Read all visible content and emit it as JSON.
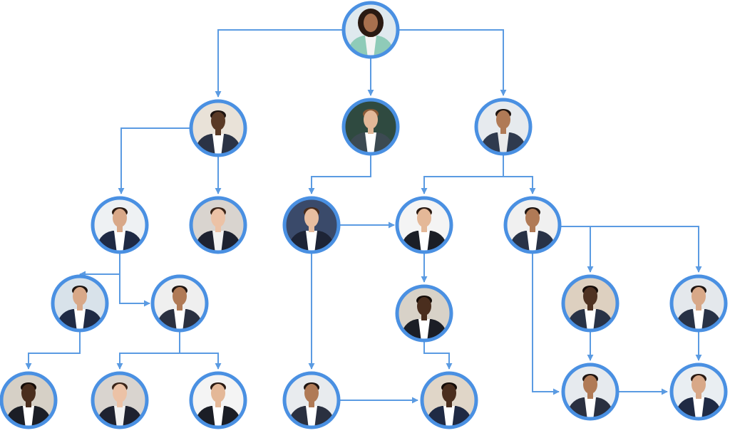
{
  "diagram": {
    "type": "org-chart",
    "colors": {
      "connector": "#5b9be2",
      "node_border": "#4a90e2",
      "background": "#ffffff"
    },
    "node_icon": "person-photo-icon",
    "nodes": [
      {
        "id": "n0",
        "role": "root",
        "skin": "#a8704e",
        "hair": "#2a1a12",
        "top": "#8fcbb8",
        "shirt": "#f4f4f4",
        "bg": "#dfe9ee"
      },
      {
        "id": "n1",
        "skin": "#5a3a26",
        "hair": "#1e1410",
        "top": "#2b3345",
        "shirt": "#ffffff",
        "bg": "#e9e2d8"
      },
      {
        "id": "n2",
        "skin": "#e2b898",
        "hair": "#8a5a36",
        "top": "#3c4a52",
        "shirt": "#ffffff",
        "bg": "#2f4a40"
      },
      {
        "id": "n3",
        "skin": "#b07a56",
        "hair": "#1e1410",
        "top": "#2f3a4e",
        "shirt": "#eaeaea",
        "bg": "#e6eaee"
      },
      {
        "id": "n4",
        "skin": "#d8a888",
        "hair": "#2a1a12",
        "top": "#1f2a44",
        "shirt": "#ffffff",
        "bg": "#eef1f3"
      },
      {
        "id": "n5",
        "skin": "#ecc2a6",
        "hair": "#3a2418",
        "top": "#1e2230",
        "shirt": "#f2f2f2",
        "bg": "#d9d4cf"
      },
      {
        "id": "n6",
        "skin": "#e8bea0",
        "hair": "#4a2c1a",
        "top": "#1d2436",
        "shirt": "#ffffff",
        "bg": "#3a4a6a"
      },
      {
        "id": "n7",
        "skin": "#e4b898",
        "hair": "#2a1a12",
        "top": "#1b1e26",
        "shirt": "#ffffff",
        "bg": "#f4f4f4"
      },
      {
        "id": "n8",
        "skin": "#b07a56",
        "hair": "#1e1410",
        "top": "#283246",
        "shirt": "#ffffff",
        "bg": "#f0f0f0"
      },
      {
        "id": "n9",
        "skin": "#d8a888",
        "hair": "#1e1410",
        "top": "#1f2a44",
        "shirt": "#ffffff",
        "bg": "#d8e2ea"
      },
      {
        "id": "n10",
        "skin": "#b07a56",
        "hair": "#1e1410",
        "top": "#2a3040",
        "shirt": "#ffffff",
        "bg": "#efefef"
      },
      {
        "id": "n11",
        "skin": "#4a2e1e",
        "hair": "#140c08",
        "top": "#1b1e26",
        "shirt": "#ffffff",
        "bg": "#d8d2c8"
      },
      {
        "id": "n12",
        "skin": "#4e3222",
        "hair": "#140c08",
        "top": "#283246",
        "shirt": "#ffffff",
        "bg": "#ddd0c0"
      },
      {
        "id": "n13",
        "skin": "#d8a888",
        "hair": "#1e1410",
        "top": "#283246",
        "shirt": "#ffffff",
        "bg": "#e4e8ec"
      },
      {
        "id": "n14",
        "skin": "#4a2e1e",
        "hair": "#140c08",
        "top": "#1b1e26",
        "shirt": "#ffffff",
        "bg": "#d6d0c6"
      },
      {
        "id": "n15",
        "skin": "#ecc2a6",
        "hair": "#3a2418",
        "top": "#1e2230",
        "shirt": "#f2f2f2",
        "bg": "#d9d4cf"
      },
      {
        "id": "n16",
        "skin": "#e4b898",
        "hair": "#2a1a12",
        "top": "#1b1e26",
        "shirt": "#ffffff",
        "bg": "#f4f4f4"
      },
      {
        "id": "n17",
        "skin": "#b07a56",
        "hair": "#1e1410",
        "top": "#2a3040",
        "shirt": "#ffffff",
        "bg": "#e8ebee"
      },
      {
        "id": "n18",
        "skin": "#4a2e1e",
        "hair": "#140c08",
        "top": "#1f2a44",
        "shirt": "#ffffff",
        "bg": "#e0d6c8"
      },
      {
        "id": "n19",
        "skin": "#b07a56",
        "hair": "#1e1410",
        "top": "#2a3040",
        "shirt": "#ffffff",
        "bg": "#e6eaee"
      },
      {
        "id": "n20",
        "skin": "#d8a888",
        "hair": "#2a1a12",
        "top": "#1f2a44",
        "shirt": "#ffffff",
        "bg": "#e9eef2"
      }
    ]
  }
}
